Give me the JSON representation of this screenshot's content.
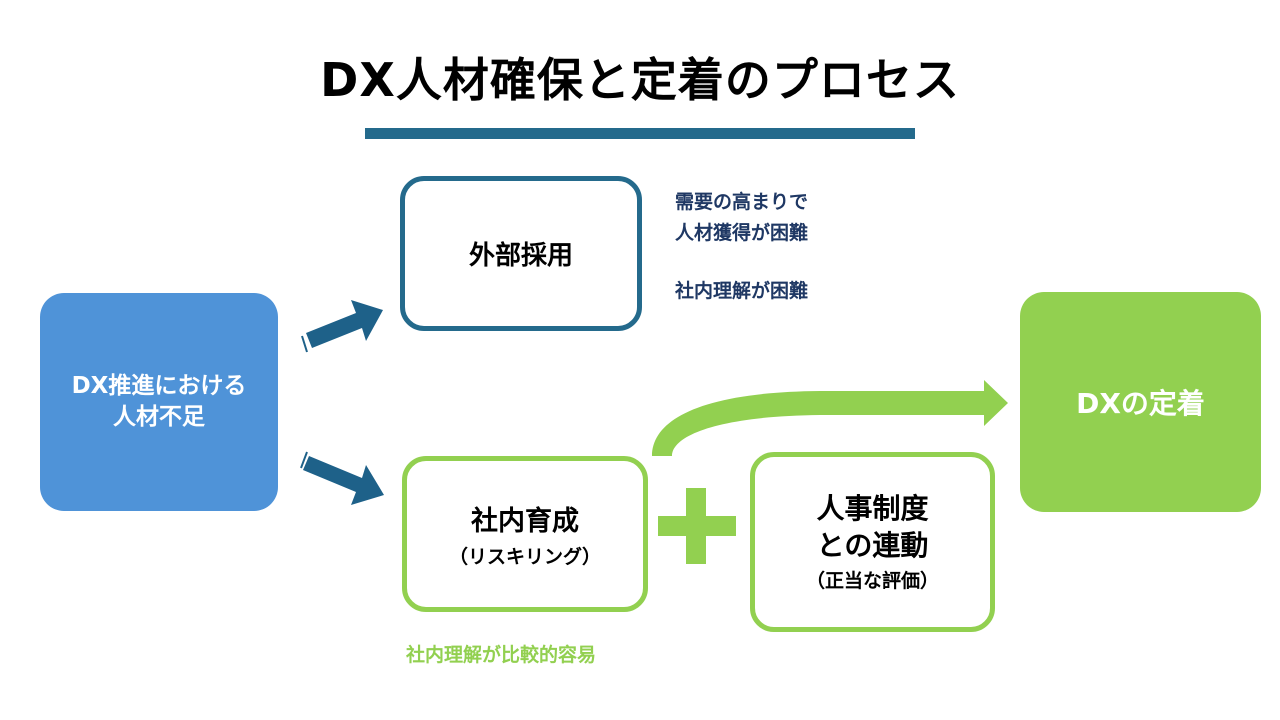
{
  "title": "DX人材確保と定着のプロセス",
  "colors": {
    "accent_blue": "#246a8c",
    "start_blue": "#4f93d8",
    "green": "#92d050",
    "note_navy": "#1f3864"
  },
  "start_box": {
    "line1": "DX推進における",
    "line2": "人材不足"
  },
  "external_hiring": {
    "label": "外部採用",
    "notes": [
      "需要の高まりで",
      "人材獲得が困難",
      "社内理解が困難"
    ]
  },
  "internal_training": {
    "label": "社内育成",
    "sublabel": "（リスキリング）",
    "note": "社内理解が比較的容易"
  },
  "plus_symbol": "+",
  "hr_system": {
    "line1": "人事制度",
    "line2": "との連動",
    "sublabel": "（正当な評価）"
  },
  "goal_box": {
    "label": "DXの定着"
  }
}
